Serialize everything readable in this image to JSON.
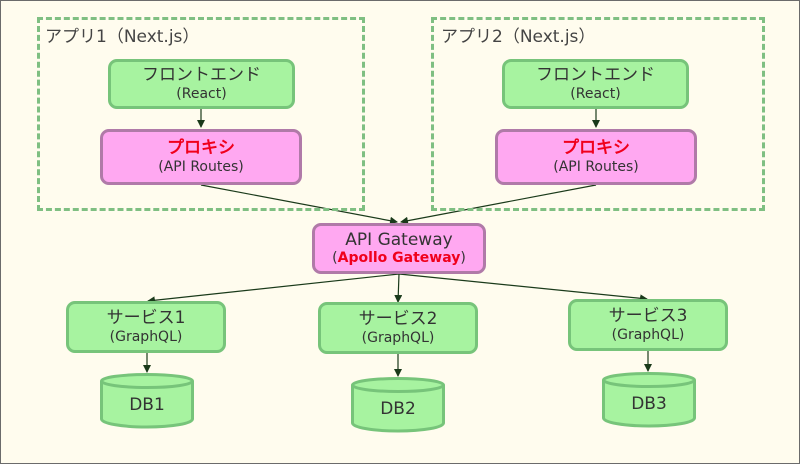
{
  "groups": [
    {
      "label": "アプリ1（Next.js）"
    },
    {
      "label": "アプリ2（Next.js）"
    }
  ],
  "apps": [
    {
      "frontend": {
        "title": "フロントエンド",
        "subtitle": "(React)"
      },
      "proxy": {
        "title": "プロキシ",
        "subtitle": "(API Routes)"
      }
    },
    {
      "frontend": {
        "title": "フロントエンド",
        "subtitle": "(React)"
      },
      "proxy": {
        "title": "プロキシ",
        "subtitle": "(API Routes)"
      }
    }
  ],
  "gateway": {
    "title": "API Gateway",
    "subtitle_open": "(",
    "subtitle_highlight": "Apollo Gateway",
    "subtitle_close": ")"
  },
  "services": [
    {
      "title": "サービス1",
      "subtitle": "(GraphQL)",
      "db": "DB1"
    },
    {
      "title": "サービス2",
      "subtitle": "(GraphQL)",
      "db": "DB2"
    },
    {
      "title": "サービス3",
      "subtitle": "(GraphQL)",
      "db": "DB3"
    }
  ],
  "colors": {
    "background": "#fffcee",
    "green_fill": "#a7f3a0",
    "green_border": "#77c47a",
    "pink_fill": "#ffa8f1",
    "pink_border": "#b07aa8",
    "highlight_red": "#f0001c",
    "arrow": "#1a3a1a"
  }
}
